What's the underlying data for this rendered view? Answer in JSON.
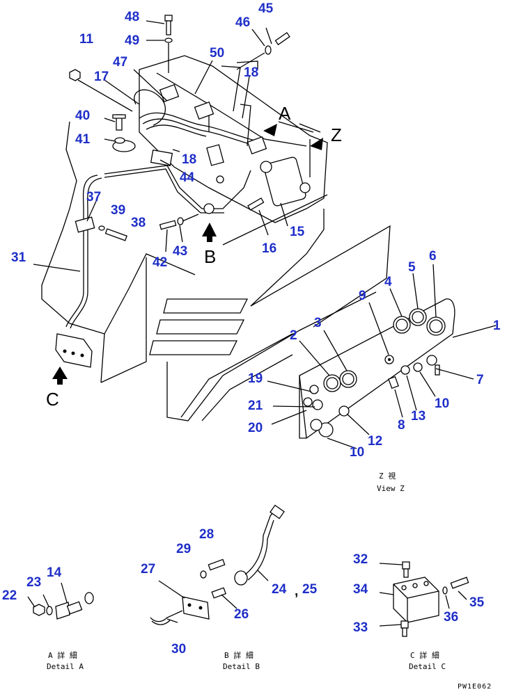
{
  "part_numbers": {
    "n1": "1",
    "n2": "2",
    "n3": "3",
    "n4": "4",
    "n5": "5",
    "n6": "6",
    "n7": "7",
    "n8": "8",
    "n9": "9",
    "n10a": "10",
    "n10b": "10",
    "n11": "11",
    "n12": "12",
    "n13": "13",
    "n14": "14",
    "n15": "15",
    "n16": "16",
    "n17": "17",
    "n18a": "18",
    "n18b": "18",
    "n19": "19",
    "n20": "20",
    "n21": "21",
    "n22": "22",
    "n23": "23",
    "n24": "24",
    "n25": "25",
    "n26": "26",
    "n27": "27",
    "n28": "28",
    "n29": "29",
    "n30": "30",
    "n31": "31",
    "n32": "32",
    "n33": "33",
    "n34": "34",
    "n35": "35",
    "n36": "36",
    "n37": "37",
    "n38": "38",
    "n39": "39",
    "n40": "40",
    "n41": "41",
    "n42": "42",
    "n43": "43",
    "n44": "44",
    "n45": "45",
    "n46": "46",
    "n47": "47",
    "n48": "48",
    "n49": "49",
    "n50": "50"
  },
  "view_letters": {
    "a": "A",
    "b": "B",
    "c": "C",
    "z": "Z"
  },
  "captions": {
    "view_z_jp": "Z 視",
    "view_z_en": "View Z",
    "detail_a_jp": "A 詳 細",
    "detail_a_en": "Detail A",
    "detail_b_jp": "B 詳 細",
    "detail_b_en": "Detail B",
    "detail_c_jp": "C 詳 細",
    "detail_c_en": "Detail C",
    "drawing_code": "PW1E062",
    "separator": ","
  },
  "colors": {
    "callout": "#1e2ec8",
    "line": "#000000"
  }
}
